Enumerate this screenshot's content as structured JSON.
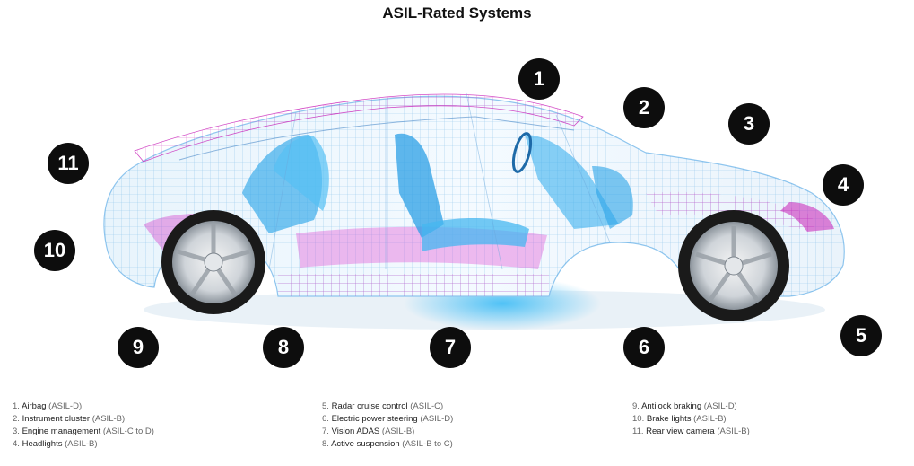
{
  "title": "ASIL-Rated Systems",
  "markers": [
    "1",
    "2",
    "3",
    "4",
    "5",
    "6",
    "7",
    "8",
    "9",
    "10",
    "11"
  ],
  "legend": {
    "col1": [
      {
        "num": "1.",
        "name": "Airbag",
        "rating": "(ASIL-D)"
      },
      {
        "num": "2.",
        "name": "Instrument cluster",
        "rating": "(ASIL-B)"
      },
      {
        "num": "3.",
        "name": "Engine management",
        "rating": "(ASIL-C to D)"
      },
      {
        "num": "4.",
        "name": "Headlights",
        "rating": "(ASIL-B)"
      }
    ],
    "col2": [
      {
        "num": "5.",
        "name": "Radar cruise control",
        "rating": "(ASIL-C)"
      },
      {
        "num": "6.",
        "name": "Electric power steering",
        "rating": "(ASIL-D)"
      },
      {
        "num": "7.",
        "name": "Vision ADAS",
        "rating": "(ASIL-B)"
      },
      {
        "num": "8.",
        "name": "Active suspension",
        "rating": "(ASIL-B to C)"
      }
    ],
    "col3": [
      {
        "num": "9.",
        "name": "Antilock braking",
        "rating": "(ASIL-D)"
      },
      {
        "num": "10.",
        "name": "Brake lights",
        "rating": "(ASIL-B)"
      },
      {
        "num": "11.",
        "name": "Rear view camera",
        "rating": "(ASIL-B)"
      }
    ]
  },
  "colors": {
    "marker": "#0d0d0d",
    "wire_blue": "#1aa7e6",
    "wire_magenta": "#d21fc4",
    "cabin": "#3bb5ee"
  }
}
